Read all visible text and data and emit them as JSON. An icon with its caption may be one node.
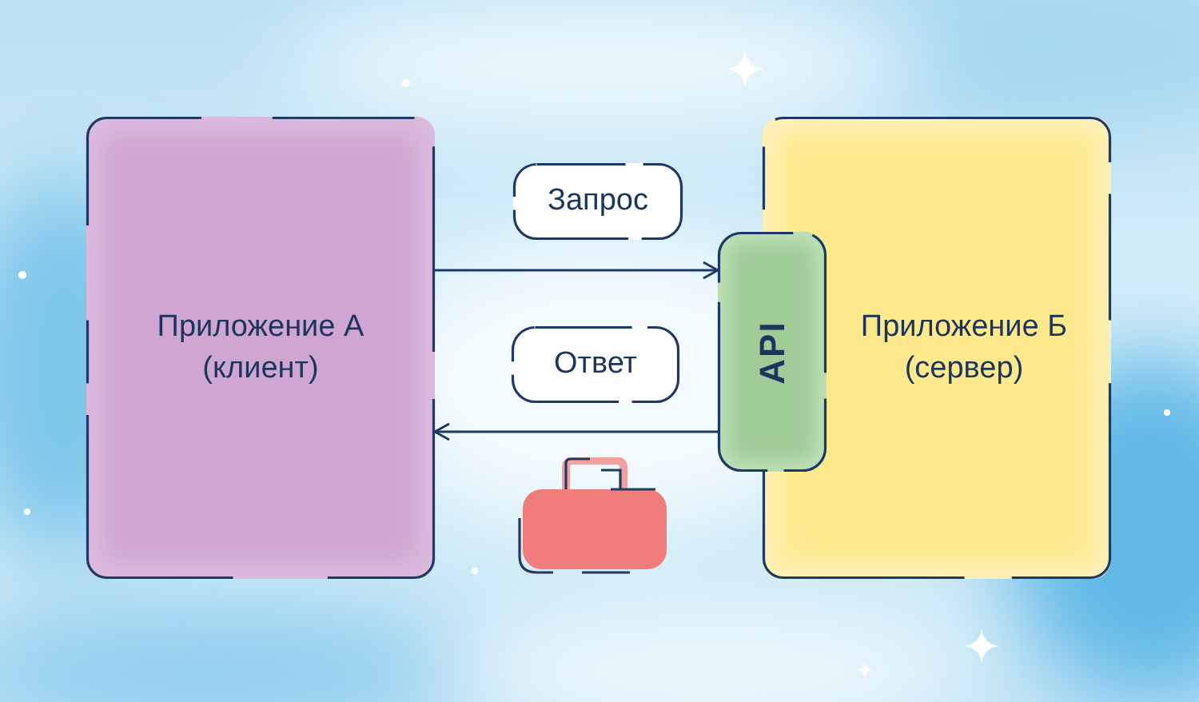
{
  "diagram": {
    "nodes": [
      {
        "text": [
          "Приложение А (клиент)"
        ]
      },
      {
        "text": [
          "Приложение Б (сервер)"
        ]
      },
      {
        "text": [
          "API"
        ]
      },
      {
        "text": [
          "Запрос"
        ]
      },
      {
        "text": [
          "Ответ"
        ]
      }
    ],
    "edges": [
      {
        "from": 0,
        "to": 2,
        "arrow": "to"
      },
      {
        "from": 2,
        "to": 0,
        "arrow": "to"
      }
    ]
  }
}
